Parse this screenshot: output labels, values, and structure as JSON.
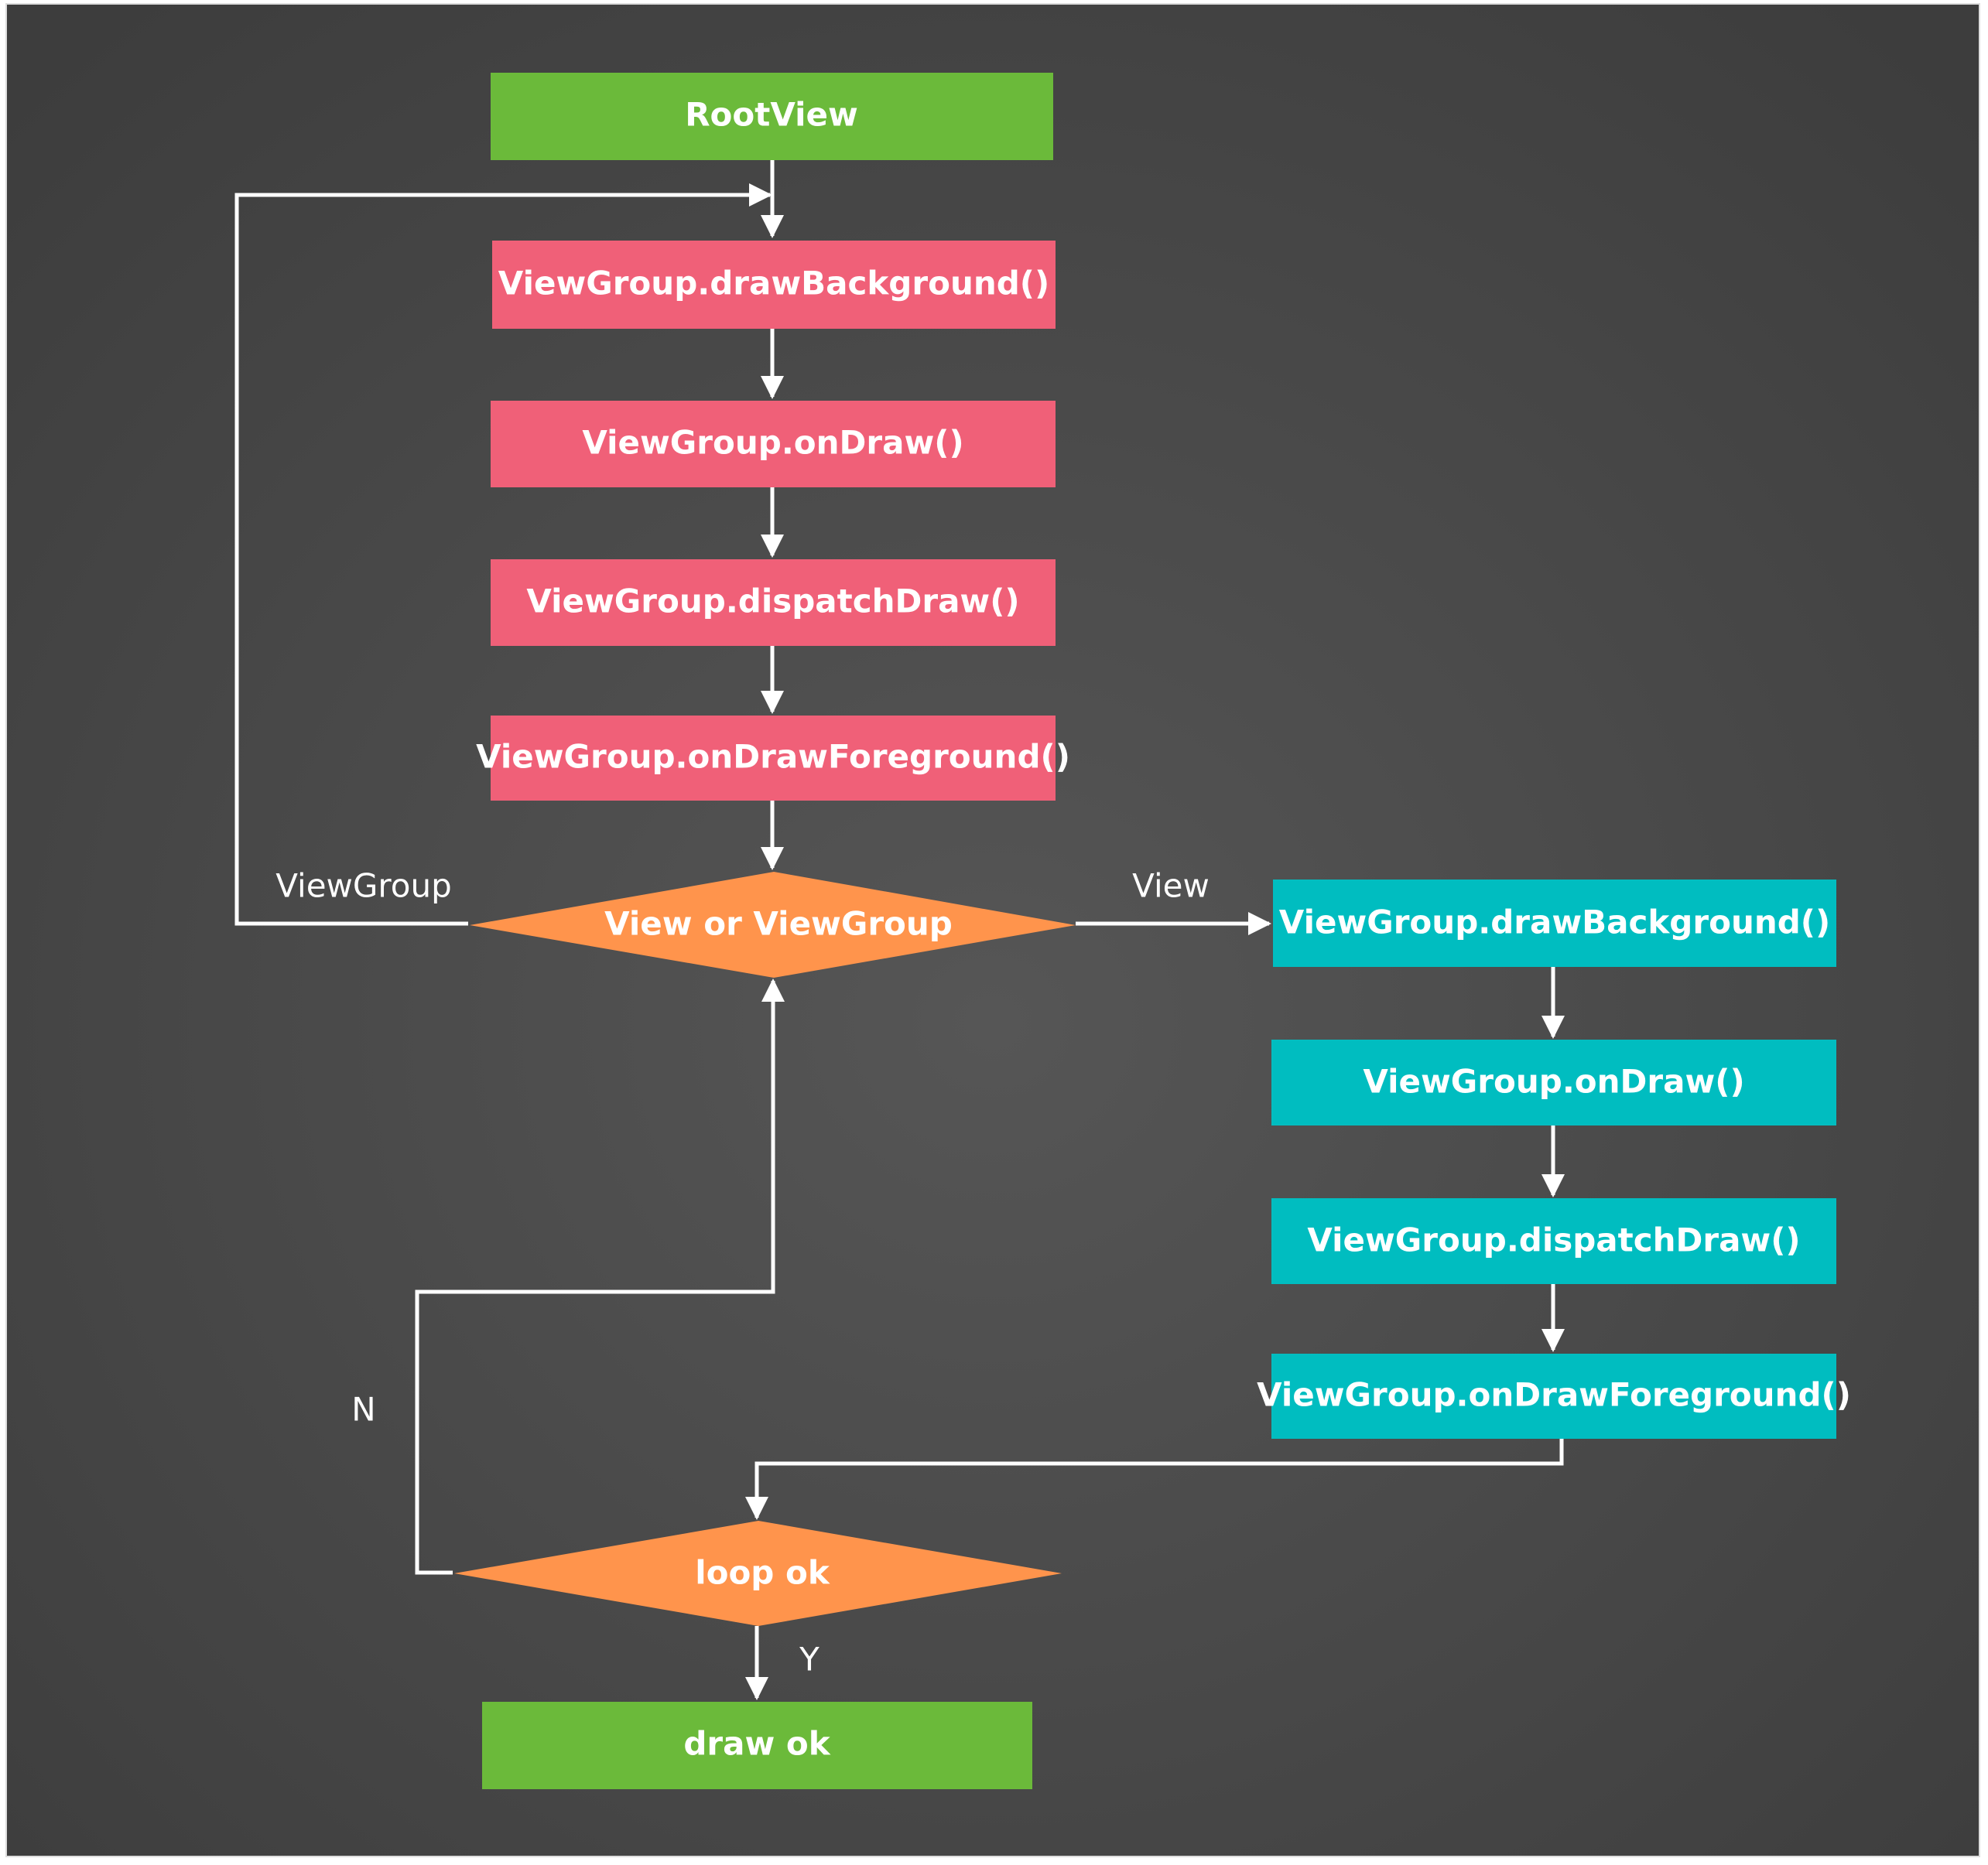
{
  "colors": {
    "background": "#454545",
    "terminal": "#6BBA3A",
    "viewgroup_step": "#F06078",
    "view_step": "#00BDC0",
    "decision": "#FF944C",
    "line": "#FFFFFF",
    "text": "#FFFFFF"
  },
  "nodes": {
    "root": {
      "label": "RootView"
    },
    "vg_draw_background": {
      "label": "ViewGroup.drawBackground()"
    },
    "vg_on_draw": {
      "label": "ViewGroup.onDraw()"
    },
    "vg_dispatch_draw": {
      "label": "ViewGroup.dispatchDraw()"
    },
    "vg_on_draw_foreground": {
      "label": "ViewGroup.onDrawForeground()"
    },
    "decision_type": {
      "label": "View or ViewGroup"
    },
    "v_draw_background": {
      "label": "ViewGroup.drawBackground()"
    },
    "v_on_draw": {
      "label": "ViewGroup.onDraw()"
    },
    "v_dispatch_draw": {
      "label": "ViewGroup.dispatchDraw()"
    },
    "v_on_draw_foreground": {
      "label": "ViewGroup.onDrawForeground()"
    },
    "decision_loop": {
      "label": "loop ok"
    },
    "draw_ok": {
      "label": "draw ok"
    }
  },
  "edge_labels": {
    "viewgroup": "ViewGroup",
    "view": "View",
    "no": "N",
    "yes": "Y"
  }
}
